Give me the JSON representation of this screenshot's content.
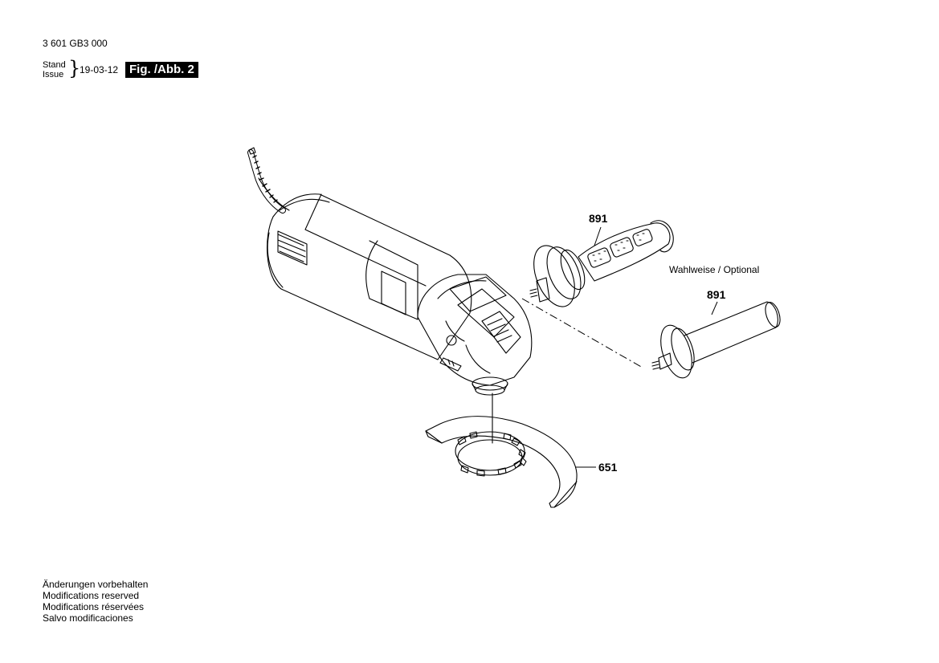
{
  "header": {
    "doc_number": "3 601 GB3 000",
    "stand_label": "Stand",
    "issue_label": "Issue",
    "date": "19-03-12",
    "figure_label": "Fig. /Abb. 2"
  },
  "callouts": {
    "handle_top": "891",
    "handle_optional": "891",
    "guard": "651",
    "optional_note": "Wahlweise / Optional"
  },
  "footer": {
    "notes": [
      "Änderungen vorbehalten",
      "Modifications reserved",
      "Modifications réservées",
      "Salvo modificaciones"
    ]
  },
  "colors": {
    "ink": "#000000",
    "background": "#ffffff"
  }
}
